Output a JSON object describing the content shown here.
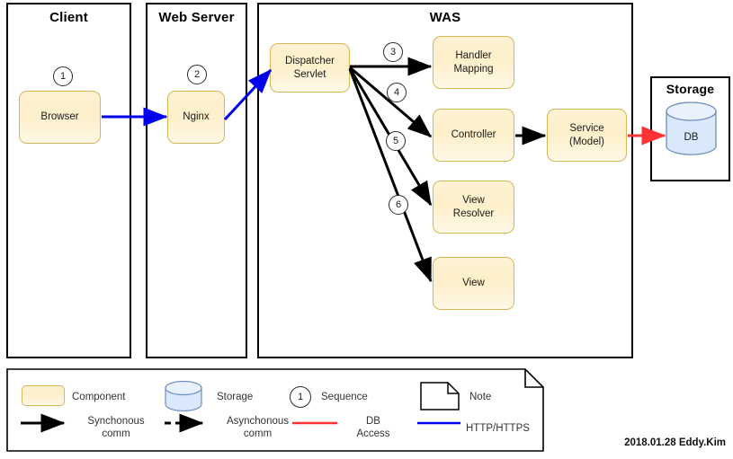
{
  "diagram": {
    "title_bar_credit": "2018.01.28 Eddy.Kim",
    "tiers": [
      {
        "id": "client",
        "label": "Client"
      },
      {
        "id": "web-server",
        "label": "Web Server"
      },
      {
        "id": "was",
        "label": "WAS"
      },
      {
        "id": "storage",
        "label": "Storage"
      }
    ],
    "components": [
      {
        "id": "browser",
        "label": "Browser"
      },
      {
        "id": "nginx",
        "label": "Nginx"
      },
      {
        "id": "dispatcher-servlet",
        "label": "Dispatcher\nServlet"
      },
      {
        "id": "handler-mapping",
        "label": "Handler\nMapping"
      },
      {
        "id": "controller",
        "label": "Controller"
      },
      {
        "id": "service-model",
        "label": "Service\n(Model)"
      },
      {
        "id": "view-resolver",
        "label": "View\nResolver"
      },
      {
        "id": "view",
        "label": "View"
      }
    ],
    "storage_node": {
      "id": "db",
      "label": "DB"
    },
    "sequence_markers": [
      {
        "id": "seq-1",
        "label": "1"
      },
      {
        "id": "seq-2",
        "label": "2"
      },
      {
        "id": "seq-3",
        "label": "3"
      },
      {
        "id": "seq-4",
        "label": "4"
      },
      {
        "id": "seq-5",
        "label": "5"
      },
      {
        "id": "seq-6",
        "label": "6"
      }
    ],
    "colors": {
      "component_fill": "#fdefc9",
      "component_border": "#d6b656",
      "sync_arrow": "#000000",
      "http_arrow": "#0000ee",
      "db_access_arrow": "#ff3333",
      "storage_fill": "#dae8fc",
      "storage_border": "#6c8ebf",
      "container_border": "#000000"
    }
  },
  "legend": {
    "items": [
      {
        "id": "legend-component",
        "icon": "rounded-rect-icon",
        "label": "Component"
      },
      {
        "id": "legend-storage",
        "icon": "cylinder-icon",
        "label": "Storage"
      },
      {
        "id": "legend-sequence",
        "icon": "circle-number-icon",
        "label": "Sequence",
        "icon_text": "1"
      },
      {
        "id": "legend-note",
        "icon": "note-page-icon",
        "label": "Note"
      },
      {
        "id": "legend-sync",
        "icon": "solid-arrow-icon",
        "label": "Synchonous\ncomm"
      },
      {
        "id": "legend-async",
        "icon": "dashed-arrow-icon",
        "label": "Asynchonous\ncomm"
      },
      {
        "id": "legend-db-access",
        "icon": "red-line-icon",
        "label": "DB\nAccess"
      },
      {
        "id": "legend-http",
        "icon": "blue-line-icon",
        "label": "HTTP/HTTPS"
      }
    ]
  }
}
